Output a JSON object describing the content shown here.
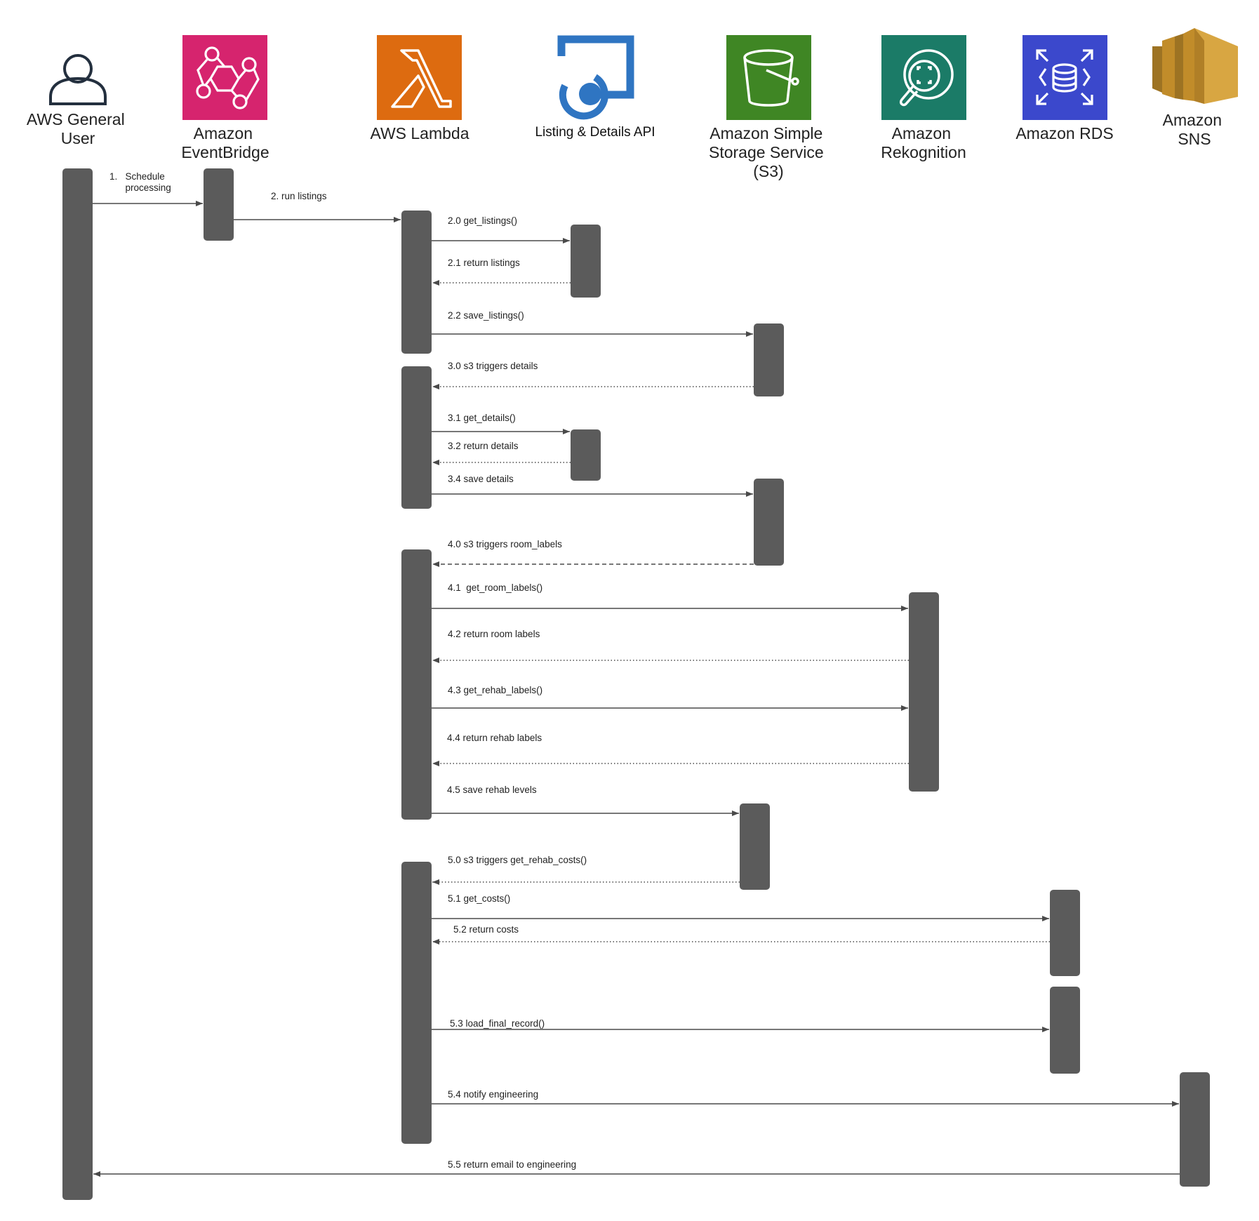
{
  "actors": [
    {
      "id": "user",
      "label_lines": [
        "AWS General",
        "User"
      ],
      "icon": "user-icon"
    },
    {
      "id": "eventbridge",
      "label_lines": [
        "Amazon",
        "EventBridge"
      ],
      "icon": "eventbridge-icon",
      "color": "#D6246E"
    },
    {
      "id": "lambda",
      "label_lines": [
        "AWS Lambda"
      ],
      "icon": "lambda-icon",
      "color": "#DD6B10"
    },
    {
      "id": "api",
      "label_lines": [
        "Listing & Details API"
      ],
      "icon": "api-icon",
      "color": "#2F75C2"
    },
    {
      "id": "s3",
      "label_lines": [
        "Amazon Simple",
        "Storage Service",
        "(S3)"
      ],
      "icon": "s3-bucket-icon",
      "color": "#3F8624"
    },
    {
      "id": "rekognition",
      "label_lines": [
        "Amazon",
        "Rekognition"
      ],
      "icon": "rekognition-icon",
      "color": "#1B7B67"
    },
    {
      "id": "rds",
      "label_lines": [
        "Amazon RDS"
      ],
      "icon": "rds-icon",
      "color": "#3B48CC"
    },
    {
      "id": "sns",
      "label_lines": [
        "Amazon",
        "SNS"
      ],
      "icon": "sns-icon",
      "color": "#D4A23A"
    }
  ],
  "messages": [
    {
      "id": "m1",
      "label_lines": [
        "1.   Schedule",
        "      processing"
      ],
      "from": "user",
      "to": "eventbridge",
      "style": "solid"
    },
    {
      "id": "m2",
      "label_lines": [
        "2. run listings"
      ],
      "from": "eventbridge",
      "to": "lambda",
      "style": "solid"
    },
    {
      "id": "m20",
      "label_lines": [
        "2.0 get_listings()"
      ],
      "from": "lambda",
      "to": "api",
      "style": "solid"
    },
    {
      "id": "m21",
      "label_lines": [
        "2.1 return listings"
      ],
      "from": "api",
      "to": "lambda",
      "style": "dotted"
    },
    {
      "id": "m22",
      "label_lines": [
        "2.2 save_listings()"
      ],
      "from": "lambda",
      "to": "s3",
      "style": "solid"
    },
    {
      "id": "m30",
      "label_lines": [
        "3.0 s3 triggers details"
      ],
      "from": "s3",
      "to": "lambda",
      "style": "dotted"
    },
    {
      "id": "m31",
      "label_lines": [
        "3.1 get_details()"
      ],
      "from": "lambda",
      "to": "api",
      "style": "solid"
    },
    {
      "id": "m32",
      "label_lines": [
        "3.2 return details"
      ],
      "from": "api",
      "to": "lambda",
      "style": "dotted"
    },
    {
      "id": "m34",
      "label_lines": [
        "3.4 save details"
      ],
      "from": "lambda",
      "to": "s3",
      "style": "solid"
    },
    {
      "id": "m40",
      "label_lines": [
        "4.0 s3 triggers room_labels"
      ],
      "from": "s3",
      "to": "lambda",
      "style": "dashed"
    },
    {
      "id": "m41",
      "label_lines": [
        "4.1  get_room_labels()"
      ],
      "from": "lambda",
      "to": "rekognition",
      "style": "solid"
    },
    {
      "id": "m42",
      "label_lines": [
        "4.2 return room labels"
      ],
      "from": "rekognition",
      "to": "lambda",
      "style": "dotted"
    },
    {
      "id": "m43",
      "label_lines": [
        "4.3 get_rehab_labels()"
      ],
      "from": "lambda",
      "to": "rekognition",
      "style": "solid"
    },
    {
      "id": "m44",
      "label_lines": [
        "4.4 return rehab labels"
      ],
      "from": "rekognition",
      "to": "lambda",
      "style": "dotted"
    },
    {
      "id": "m45",
      "label_lines": [
        "4.5 save rehab levels"
      ],
      "from": "lambda",
      "to": "s3",
      "style": "solid"
    },
    {
      "id": "m50",
      "label_lines": [
        "5.0 s3 triggers get_rehab_costs()"
      ],
      "from": "s3",
      "to": "lambda",
      "style": "dotted"
    },
    {
      "id": "m51",
      "label_lines": [
        "5.1 get_costs()"
      ],
      "from": "lambda",
      "to": "rds",
      "style": "solid"
    },
    {
      "id": "m52",
      "label_lines": [
        "5.2 return costs"
      ],
      "from": "rds",
      "to": "lambda",
      "style": "dotted"
    },
    {
      "id": "m53",
      "label_lines": [
        "5.3 load_final_record()"
      ],
      "from": "lambda",
      "to": "rds",
      "style": "solid"
    },
    {
      "id": "m54",
      "label_lines": [
        "5.4 notify engineering"
      ],
      "from": "lambda",
      "to": "sns",
      "style": "solid"
    },
    {
      "id": "m55",
      "label_lines": [
        "5.5 return email to engineering"
      ],
      "from": "sns",
      "to": "user",
      "style": "solid"
    }
  ]
}
